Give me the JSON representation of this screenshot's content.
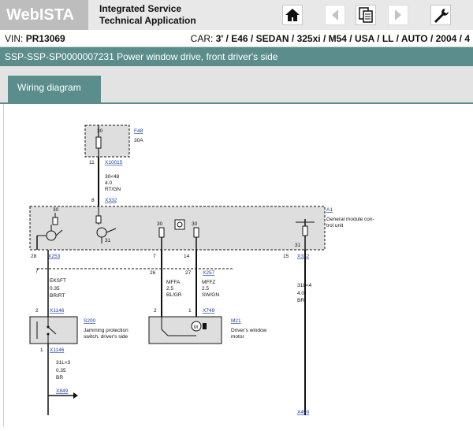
{
  "header": {
    "logo": "WebISTA",
    "app_title_line1": "Integrated Service",
    "app_title_line2": "Technical Application",
    "buttons": [
      "home-icon",
      "back-icon",
      "documents-icon",
      "forward-icon",
      "wrench-icon"
    ]
  },
  "vehicle": {
    "vin_label": "VIN:",
    "vin_value": "PR13069",
    "car_label": "CAR:",
    "car_value": "3' / E46 / SEDAN / 325xi / M54 / USA / LL / AUTO / 2004 / 4"
  },
  "document": {
    "title": "SSP-SSP-SP0000007231 Power window drive, front driver's side"
  },
  "tabs": [
    {
      "label": "Wiring diagram"
    }
  ],
  "colors": {
    "accent": "#5b8d8d",
    "link": "#1a3fa0"
  },
  "diagram": {
    "fuse": {
      "id": "F48",
      "rating": "30A",
      "pin_top": "30",
      "pin_bottom": "11",
      "connector": "X10015"
    },
    "wire_feed": {
      "line1": "30<48",
      "line2": "4.0",
      "line3": "RT/GN"
    },
    "module": {
      "id": "A1",
      "desc_line1": "General module con-",
      "desc_line2": "trol unit",
      "pin_in": "8",
      "pin_in_connector": "X332",
      "pin_30_left": "30",
      "pin_31_left": "31",
      "pin_30_mid": "30",
      "pin_30_mid2": "30",
      "pin_31_right": "31",
      "pin_28": "28",
      "pin_28_connector": "X253",
      "pin_7": "7",
      "pin_14": "14",
      "pin_15": "15",
      "pin_15_connector": "X332"
    },
    "wire_left": {
      "pin_top": "7",
      "name": "EKSFT",
      "gauge": "0.35",
      "color": "BR/RT",
      "pin_bottom": "2",
      "connector": "X1146"
    },
    "wire_mid": {
      "pin_a": "26",
      "pin_b": "27",
      "connector": "X257",
      "name_a": "MFFA",
      "gauge_a": "2.5",
      "color_a": "BL/GR",
      "name_b": "MFFZ",
      "gauge_b": "2.5",
      "color_b": "SW/GN",
      "pin_c": "2",
      "pin_d": "1",
      "connector_motor": "X749"
    },
    "wire_right": {
      "name": "31L<4",
      "gauge": "4.0",
      "color": "BR",
      "ground": "X490"
    },
    "switch": {
      "id": "S200",
      "desc_line1": "Jamming protection",
      "desc_line2": "switch, driver's side",
      "pin_out": "1",
      "connector_out": "X1146"
    },
    "motor": {
      "id": "M21",
      "desc_line1": "Driver's window",
      "desc_line2": "motor"
    },
    "wire_bottom": {
      "name": "31L<3",
      "gauge": "0.35",
      "color": "BR",
      "ground": "X849"
    }
  }
}
